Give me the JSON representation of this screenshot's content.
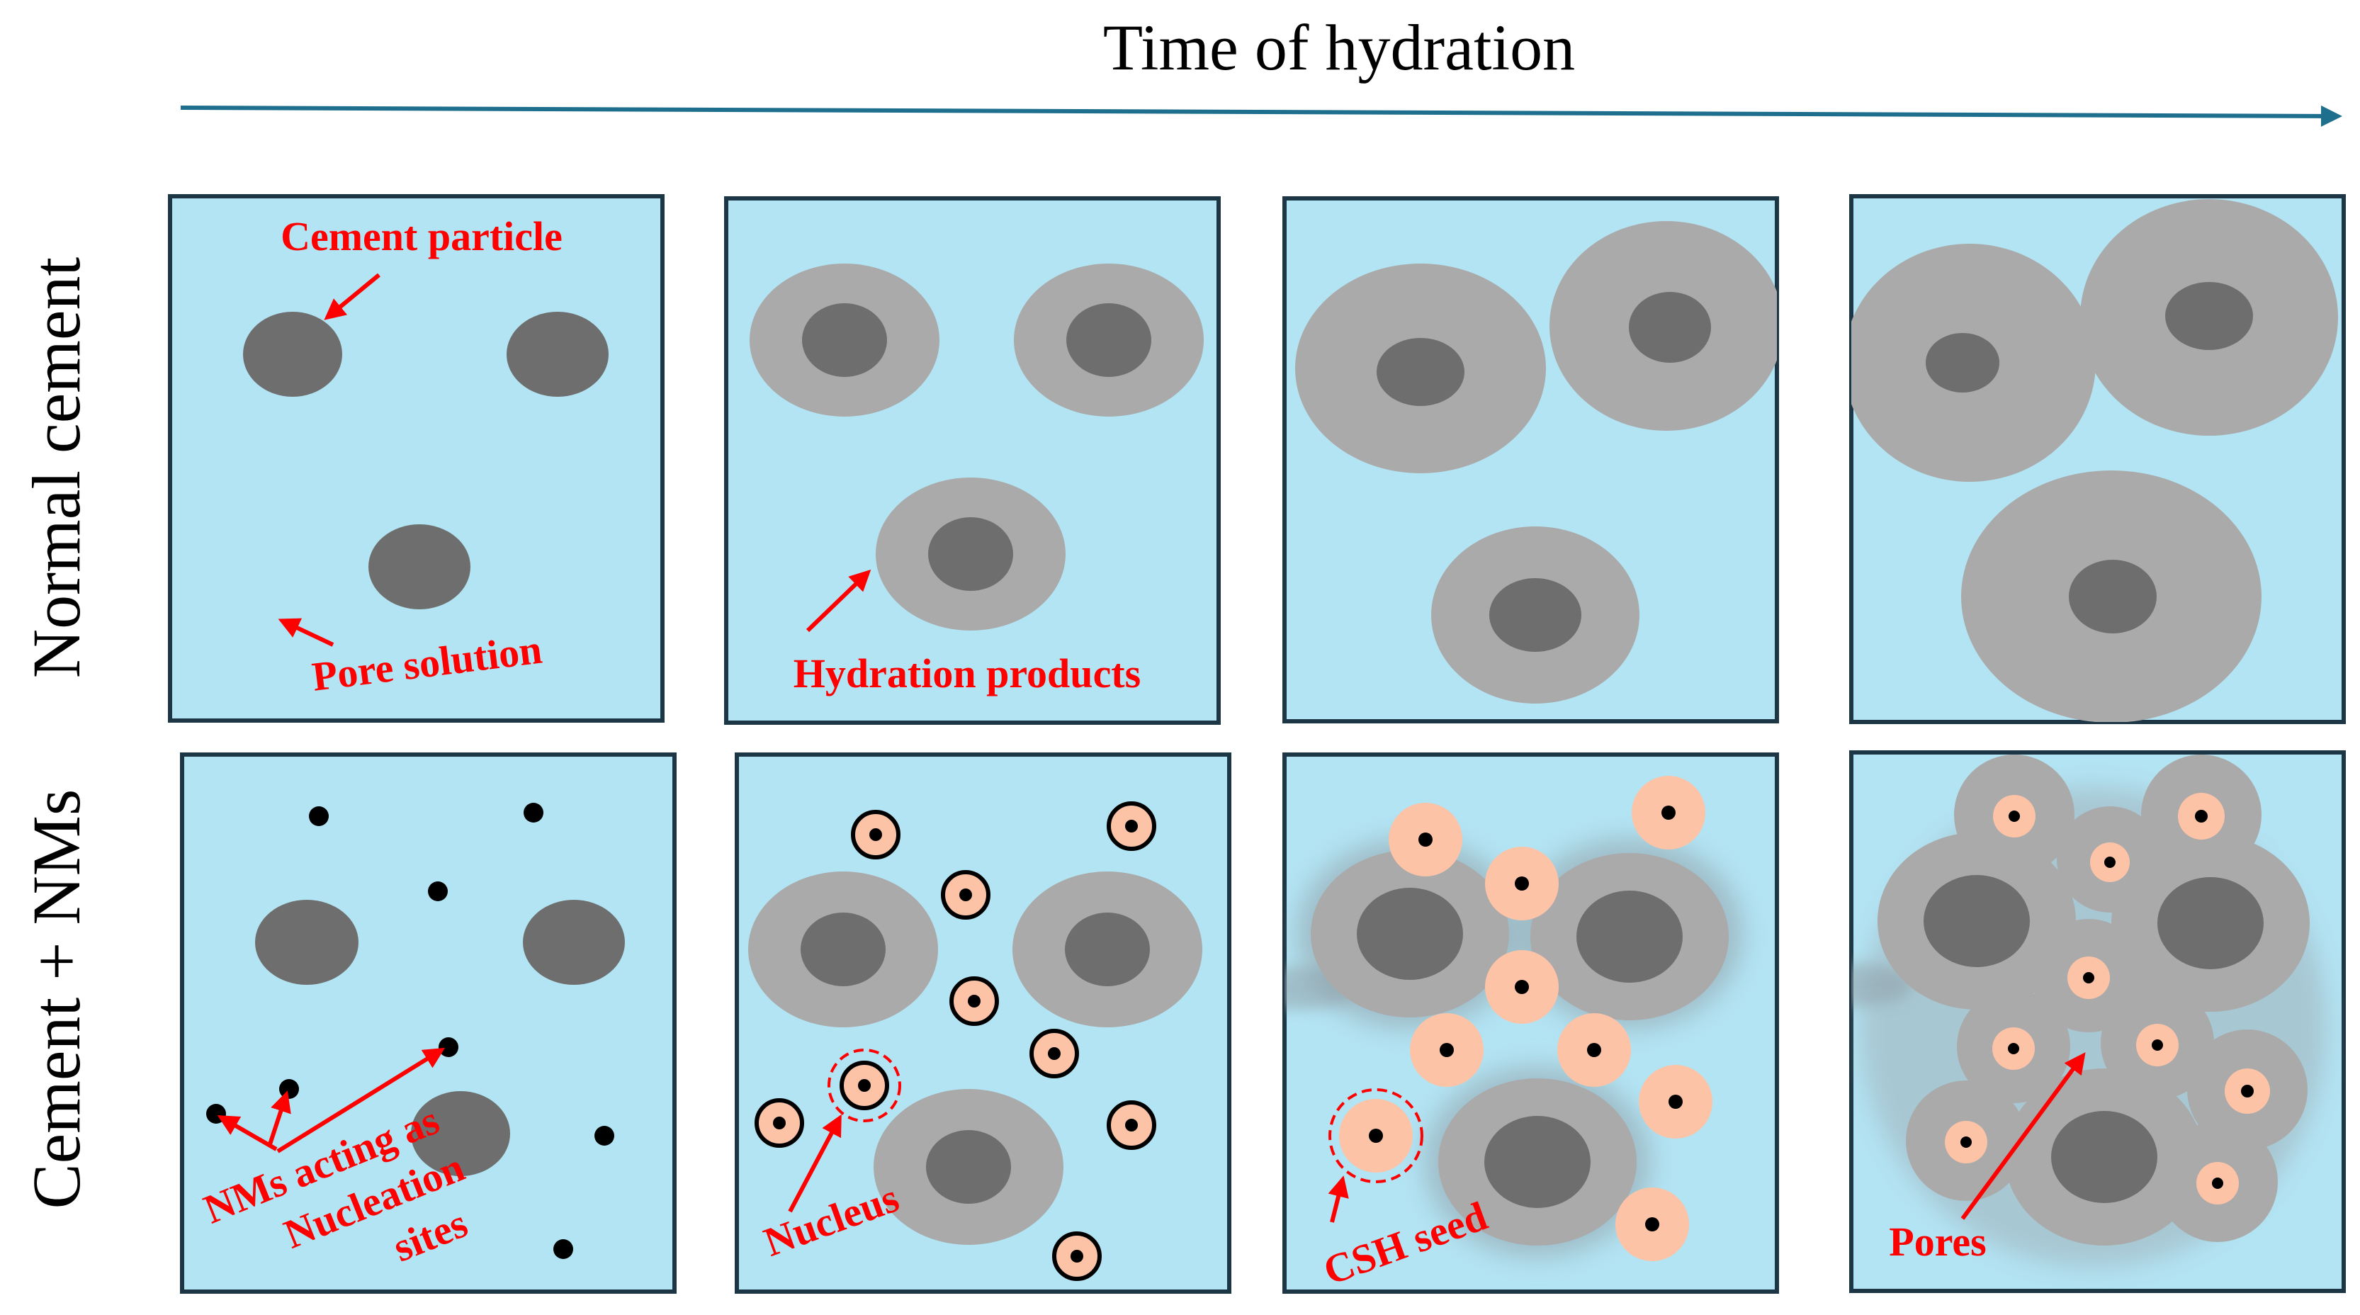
{
  "title": "Time of hydration",
  "row_labels": {
    "top": "Normal cement",
    "bottom": "Cement + NMs"
  },
  "annotations": {
    "cement_particle": "Cement particle",
    "pore_solution": "Pore solution",
    "hydration_products": "Hydration products",
    "nms_line1": "NMs acting as",
    "nms_line2": "Nucleation",
    "nms_line3": "sites",
    "nucleus": "Nucleus",
    "csh_seed": "CSH seed",
    "pores": "Pores"
  },
  "colors": {
    "solution": "#b3e4f4",
    "frame": "#1d3645",
    "cement": "#6e6e6e",
    "hydration_product": "#aaaaaa",
    "csh_seed": "#fcc3a6",
    "nm_particle": "#000000",
    "annotation": "#ff0000",
    "time_arrow": "#1e6e8e"
  }
}
